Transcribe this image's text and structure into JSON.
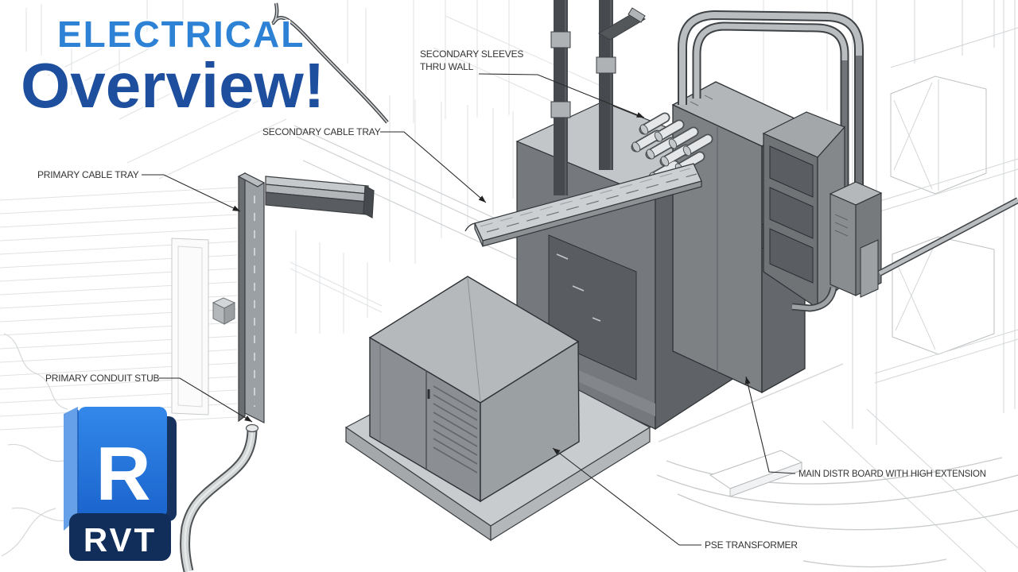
{
  "page": {
    "type": "video-thumbnail",
    "subject": "Revit electrical model overview"
  },
  "title": {
    "kicker": "ELECTRICAL",
    "headline": "Overview!"
  },
  "logo": {
    "name": "revit-file-icon",
    "letter": "R",
    "badge": "RVT"
  },
  "callouts": [
    {
      "id": "secondary-sleeves-thru-wall",
      "line1": "SECONDARY SLEEVES",
      "line2": "THRU WALL"
    },
    {
      "id": "secondary-cable-tray",
      "text": "SECONDARY CABLE TRAY"
    },
    {
      "id": "primary-cable-tray",
      "text": "PRIMARY CABLE TRAY"
    },
    {
      "id": "primary-conduit-stub",
      "text": "PRIMARY CONDUIT STUB"
    },
    {
      "id": "main-distr-board",
      "text": "MAIN DISTR BOARD WITH HIGH EXTENSION"
    },
    {
      "id": "pse-transformer",
      "text": "PSE TRANSFORMER"
    }
  ],
  "colors": {
    "kicker_blue": "#2e82d6",
    "headline_blue": "#1d4f9e",
    "label_text": "#333333",
    "leader_line": "#2a2a2a",
    "logo_blue": "#1f72d8",
    "logo_flap": "#66a0e8",
    "logo_banner": "#112d59",
    "background": "#ffffff"
  }
}
